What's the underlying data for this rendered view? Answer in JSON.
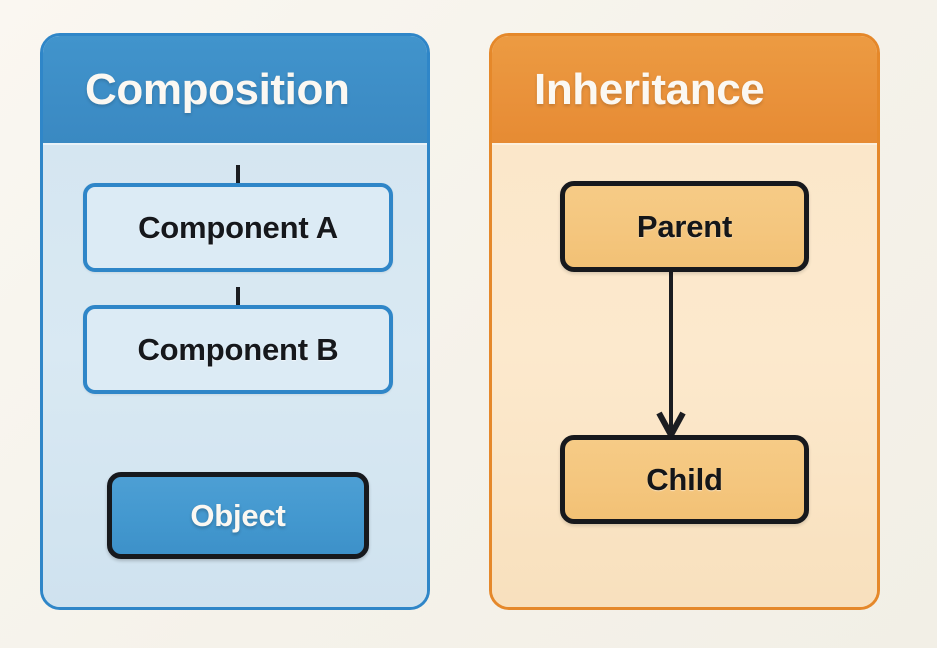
{
  "background_color": "#f7f4ee",
  "diagram": {
    "type": "comparison-diagram",
    "panels": [
      {
        "id": "composition",
        "title": "Composition",
        "header_color": "#3d8dc6",
        "body_color": "#d8e8f2",
        "border_color": "#2f86c8",
        "nodes": [
          {
            "id": "component-a",
            "label": "Component A",
            "style": "outlined",
            "fill": "#dcebf5",
            "border": "#2f86c8",
            "text_color": "#16181c"
          },
          {
            "id": "component-b",
            "label": "Component B",
            "style": "outlined",
            "fill": "#dcebf5",
            "border": "#2f86c8",
            "text_color": "#16181c"
          },
          {
            "id": "object",
            "label": "Object",
            "style": "filled",
            "fill": "#4398cf",
            "border": "#17191d",
            "text_color": "#fbf8f2"
          }
        ],
        "connectors": [
          {
            "from": "component-a",
            "to": "component-b",
            "arrowhead": "none",
            "color": "#1b1d21"
          },
          {
            "from": "component-b",
            "to": "object",
            "arrowhead": "none",
            "color": "#1b1d21"
          }
        ]
      },
      {
        "id": "inheritance",
        "title": "Inheritance",
        "header_color": "#e9913a",
        "body_color": "#fbe6c8",
        "border_color": "#e5882a",
        "nodes": [
          {
            "id": "parent",
            "label": "Parent",
            "style": "filled",
            "fill": "#f4c67e",
            "border": "#17191d",
            "text_color": "#141619"
          },
          {
            "id": "child",
            "label": "Child",
            "style": "filled",
            "fill": "#f4c67e",
            "border": "#17191d",
            "text_color": "#141619"
          }
        ],
        "connectors": [
          {
            "from": "parent",
            "to": "child",
            "arrowhead": "open-v-down",
            "color": "#1b1d21"
          }
        ]
      }
    ]
  }
}
